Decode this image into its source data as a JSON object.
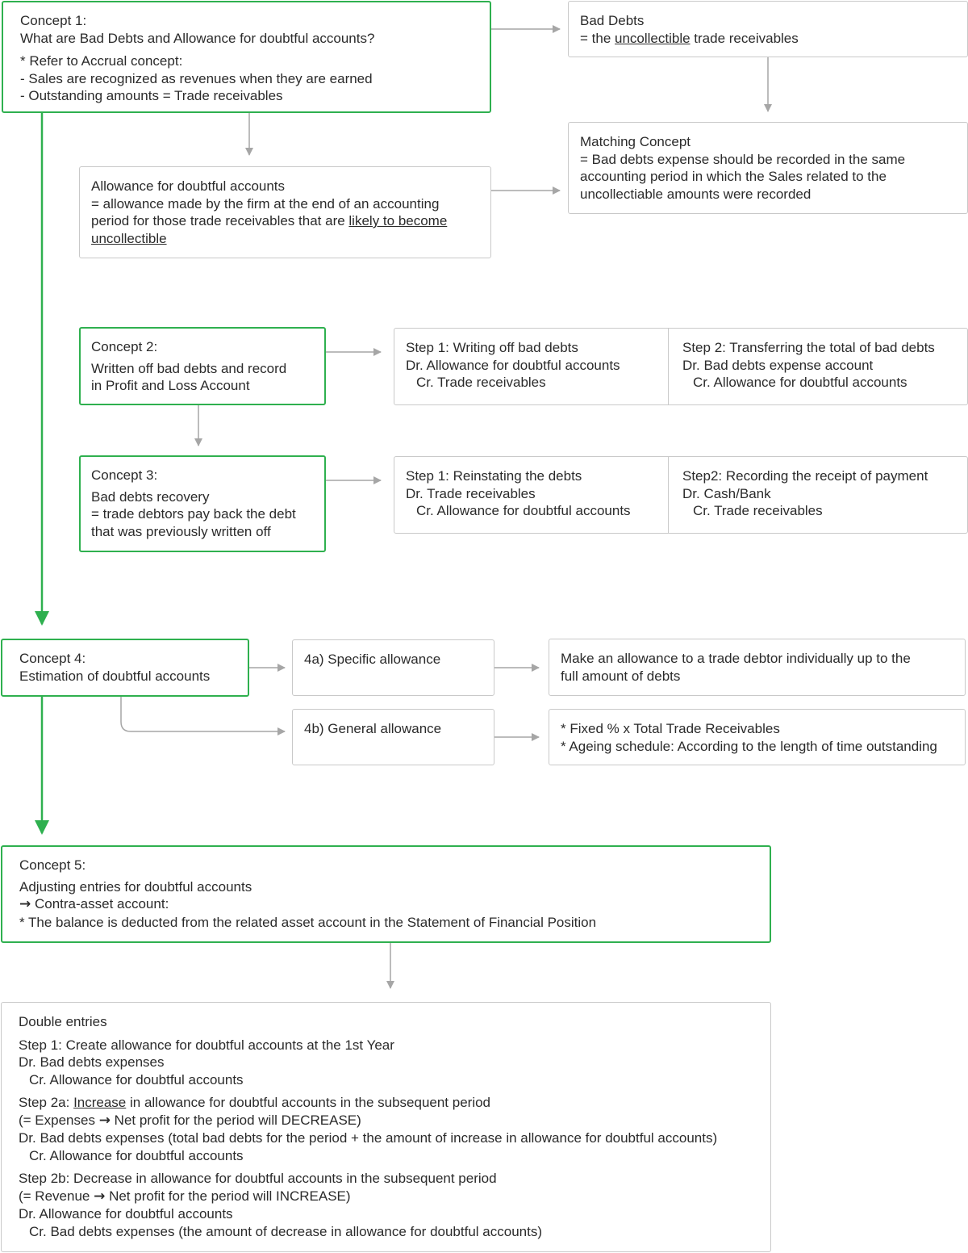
{
  "concept1": {
    "title": "Concept 1:",
    "question": "What are Bad Debts and Allowance for doubtful accounts?",
    "refer_prefix": "* Refer to ",
    "refer_term": "Accrual concept",
    "refer_suffix": ":",
    "line1": "- Sales are recognized as revenues when they are earned",
    "line2": "- Outstanding amounts = Trade receivables"
  },
  "bad_debts": {
    "title": "Bad Debts",
    "def_prefix": "= the ",
    "def_underlined": "uncollectible",
    "def_suffix": " trade receivables"
  },
  "matching": {
    "title": "Matching Concept",
    "line1": "= Bad debts expense should be recorded in the same",
    "line2": "accounting period  in which the Sales related to the",
    "line3": "uncollectiable amounts were recorded"
  },
  "allowance": {
    "title": "Allowance for doubtful accounts",
    "line1": "= allowance made by the firm at the end of an accounting",
    "line2_prefix": "period for those trade receivables that are ",
    "line2_underlined": "likely to become",
    "line3_underlined": "uncollectible"
  },
  "concept2": {
    "title": "Concept 2:",
    "line1": "Written off bad debts and record",
    "line2": "in Profit and Loss Account",
    "step1": {
      "title": "Step 1: Writing off bad debts",
      "dr": "Dr. Allowance for doubtful accounts",
      "cr": "Cr. Trade receivables"
    },
    "step2": {
      "title": "Step 2: Transferring the total of bad debts",
      "dr": "Dr. Bad debts expense account",
      "cr": "Cr. Allowance for doubtful accounts"
    }
  },
  "concept3": {
    "title": "Concept 3:",
    "line1": "Bad debts recovery",
    "line2": "= trade debtors pay back the debt",
    "line3": "that was previously written off",
    "step1": {
      "title": "Step 1: Reinstating the debts",
      "dr": "Dr. Trade receivables",
      "cr": "Cr. Allowance for doubtful accounts"
    },
    "step2": {
      "title": "Step2: Recording the receipt of payment",
      "dr": "Dr. Cash/Bank",
      "cr": "Cr. Trade receivables"
    }
  },
  "concept4": {
    "title": "Concept 4:",
    "subtitle": "Estimation of doubtful accounts",
    "specific": {
      "label": "4a) Specific allowance",
      "desc1": "Make an allowance to a trade debtor individually up to the",
      "desc2": "full amount of debts"
    },
    "general": {
      "label": "4b) General allowance",
      "desc1": "* Fixed % x Total Trade Receivables",
      "desc2": "* Ageing schedule: According to the length of time outstanding"
    }
  },
  "concept5": {
    "title": "Concept 5:",
    "line1": "Adjusting entries for doubtful accounts",
    "arrow": "→",
    "line2": "Contra-asset account:",
    "line3": "* The balance is deducted from the related asset account in the Statement of Financial Position"
  },
  "double_entries": {
    "title": "Double entries",
    "step1": {
      "title": "Step 1: Create allowance for doubtful accounts at the 1st Year",
      "dr": "Dr. Bad debts expenses",
      "cr": "Cr. Allowance for doubtful accounts"
    },
    "step2a": {
      "title_prefix": "Step 2a: ",
      "title_underlined": "Increase",
      "title_suffix": " in allowance for doubtful accounts in the subsequent period",
      "effect_prefix": "(= Expenses ",
      "arrow": "→",
      "effect_suffix": "  Net profit for the period will DECREASE)",
      "dr": "Dr. Bad debts expenses (total bad debts for the period + the amount of increase in allowance for doubtful accounts)",
      "cr": "Cr. Allowance for doubtful accounts"
    },
    "step2b": {
      "title": "Step 2b: Decrease in allowance for doubtful accounts in the subsequent period",
      "effect_prefix": "(= Revenue ",
      "arrow": "→",
      "effect_suffix": "  Net profit for the period will INCREASE)",
      "dr": "Dr. Allowance for doubtful accounts",
      "cr": "Cr. Bad debts expenses (the amount of decrease in allowance for doubtful accounts)"
    }
  },
  "colors": {
    "green": "#2fb04f",
    "gray_border": "#c9c9c9",
    "gray_arrow": "#a6a6a6",
    "text": "#2b2b2b"
  }
}
